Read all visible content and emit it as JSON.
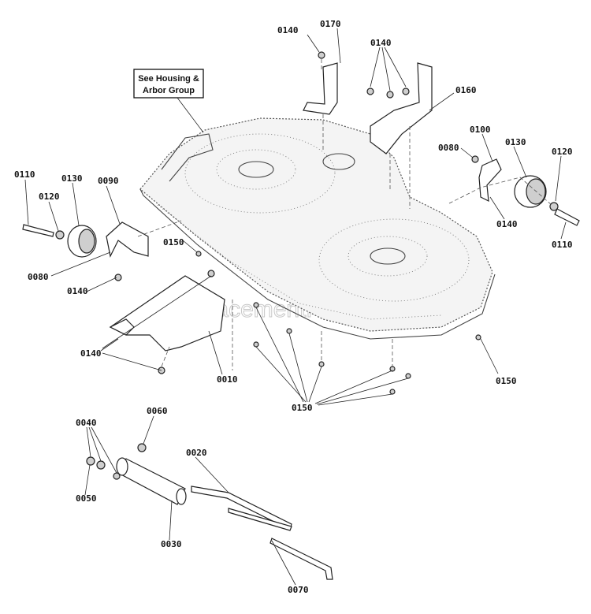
{
  "callout": {
    "line1": "See Housing &",
    "line2": "Arbor Group"
  },
  "watermark": "eReplacementParts.com",
  "labels": [
    {
      "id": "l0140a",
      "text": "0140"
    },
    {
      "id": "l0170",
      "text": "0170"
    },
    {
      "id": "l0140b",
      "text": "0140"
    },
    {
      "id": "l0160",
      "text": "0160"
    },
    {
      "id": "l0100",
      "text": "0100"
    },
    {
      "id": "l0080a",
      "text": "0080"
    },
    {
      "id": "l0130a",
      "text": "0130"
    },
    {
      "id": "l0120a",
      "text": "0120"
    },
    {
      "id": "l0140c",
      "text": "0140"
    },
    {
      "id": "l0110a",
      "text": "0110"
    },
    {
      "id": "l0110b",
      "text": "0110"
    },
    {
      "id": "l0120b",
      "text": "0120"
    },
    {
      "id": "l0130b",
      "text": "0130"
    },
    {
      "id": "l0090",
      "text": "0090"
    },
    {
      "id": "l0150a",
      "text": "0150"
    },
    {
      "id": "l0080b",
      "text": "0080"
    },
    {
      "id": "l0140d",
      "text": "0140"
    },
    {
      "id": "l0140e",
      "text": "0140"
    },
    {
      "id": "l0010",
      "text": "0010"
    },
    {
      "id": "l0150b",
      "text": "0150"
    },
    {
      "id": "l0150c",
      "text": "0150"
    },
    {
      "id": "l0040",
      "text": "0040"
    },
    {
      "id": "l0060",
      "text": "0060"
    },
    {
      "id": "l0020",
      "text": "0020"
    },
    {
      "id": "l0050",
      "text": "0050"
    },
    {
      "id": "l0030",
      "text": "0030"
    },
    {
      "id": "l0070",
      "text": "0070"
    }
  ]
}
